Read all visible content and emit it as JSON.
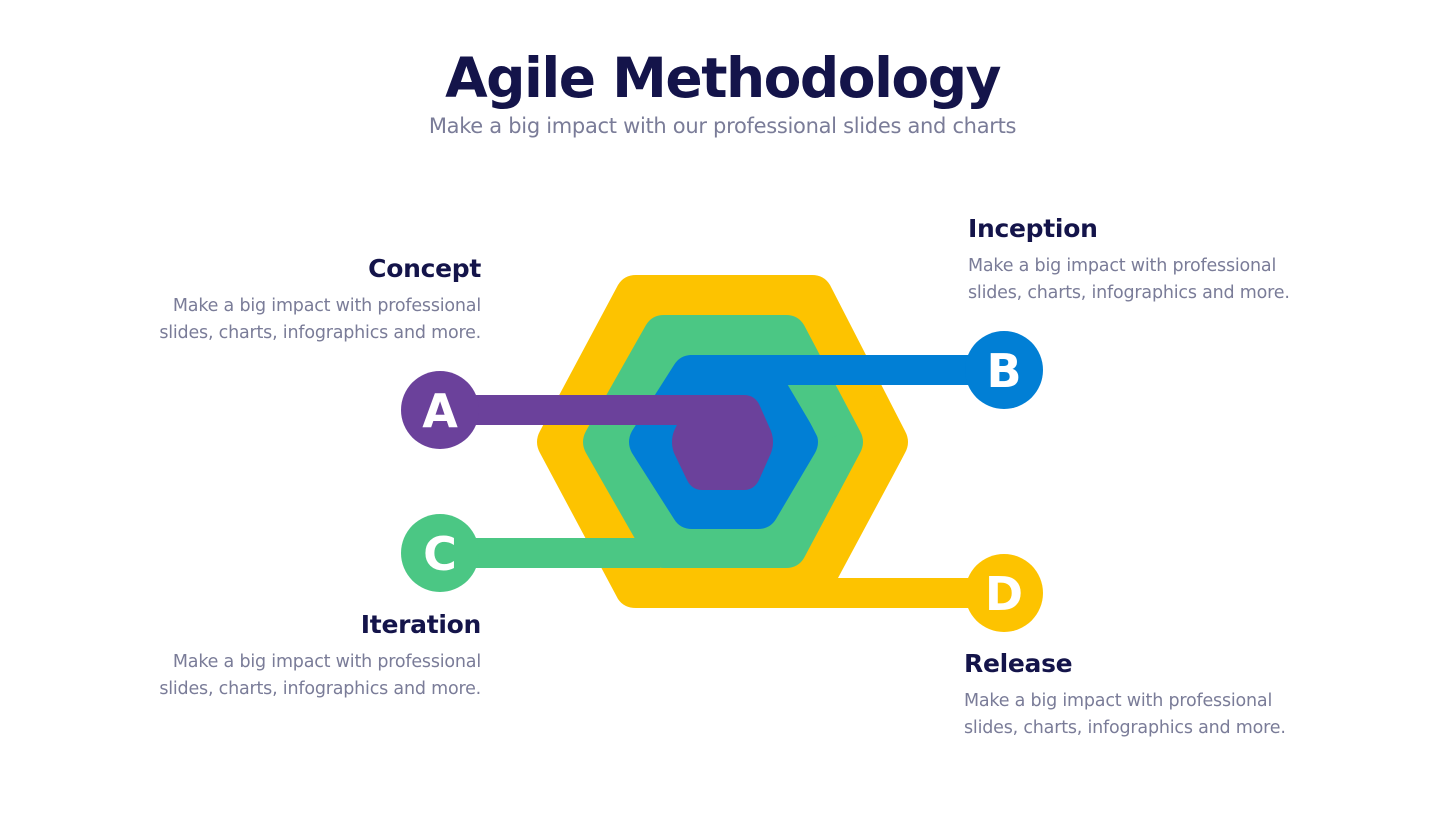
{
  "header": {
    "title": "Agile Methodology",
    "subtitle": "Make a big impact with our professional slides and charts"
  },
  "colors": {
    "title": "#14144a",
    "text_muted": "#7a7c98",
    "purple": "#6b419b",
    "blue": "#017fd5",
    "green": "#4bc784",
    "yellow": "#fdc300"
  },
  "steps": [
    {
      "letter": "A",
      "title": "Concept",
      "description_line1": "Make a big impact with professional",
      "description_line2": "slides, charts, infographics and more.",
      "color": "#6b419b"
    },
    {
      "letter": "B",
      "title": "Inception",
      "description_line1": "Make a big impact with professional",
      "description_line2": "slides, charts, infographics and more.",
      "color": "#017fd5"
    },
    {
      "letter": "C",
      "title": "Iteration",
      "description_line1": "Make a big impact with professional",
      "description_line2": "slides, charts, infographics and more.",
      "color": "#4bc784"
    },
    {
      "letter": "D",
      "title": "Release",
      "description_line1": "Make a big impact with professional",
      "description_line2": "slides, charts, infographics and more.",
      "color": "#fdc300"
    }
  ]
}
